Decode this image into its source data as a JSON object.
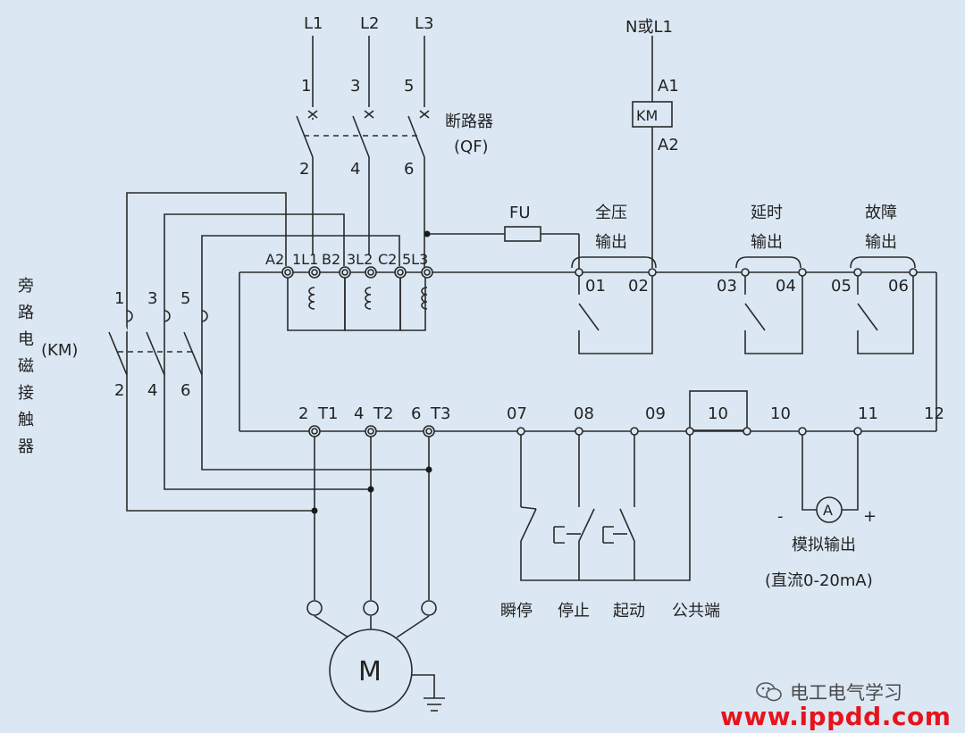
{
  "diagram": {
    "supply": {
      "L1": "L1",
      "L2": "L2",
      "L3": "L3",
      "ctrl": "N或L1"
    },
    "breaker": {
      "top_terms": [
        "1",
        "3",
        "5"
      ],
      "bottom_terms": [
        "2",
        "4",
        "6"
      ],
      "name": "断路器",
      "tag": "(QF)"
    },
    "coil": {
      "label": "KM",
      "a1": "A1",
      "a2": "A2"
    },
    "fuse": {
      "label": "FU"
    },
    "relays": [
      {
        "title_line1": "全压",
        "title_line2": "输出",
        "t1": "01",
        "t2": "02"
      },
      {
        "title_line1": "延时",
        "title_line2": "输出",
        "t1": "03",
        "t2": "04"
      },
      {
        "title_line1": "故障",
        "title_line2": "输出",
        "t1": "05",
        "t2": "06"
      }
    ],
    "top_terminals": [
      "A2",
      "1L1",
      "B2",
      "3L2",
      "C2",
      "5L3"
    ],
    "bypass": {
      "top_terms": [
        "1",
        "3",
        "5"
      ],
      "bottom_terms": [
        "2",
        "4",
        "6"
      ],
      "name_chars": [
        "旁",
        "路",
        "电",
        "磁",
        "接",
        "触",
        "器"
      ],
      "tag": "(KM)"
    },
    "bottom_terminals": [
      "2",
      "T1",
      "4",
      "T2",
      "6",
      "T3",
      "07",
      "08",
      "09",
      "10",
      "10",
      "11",
      "12"
    ],
    "buttons": {
      "stop_instant": "瞬停",
      "stop": "停止",
      "start": "起动",
      "common": "公共端"
    },
    "analog": {
      "minus": "-",
      "plus": "+",
      "meter": "A",
      "label": "模拟输出",
      "range": "(直流0-20mA)"
    },
    "motor": {
      "label": "M"
    }
  },
  "watermark": {
    "wechat": "电工电气学习",
    "url": "www.ippdd.com"
  },
  "colors": {
    "background": "#dbe8f4",
    "line": "#2a2a2a",
    "url_red": "#e8131b"
  }
}
